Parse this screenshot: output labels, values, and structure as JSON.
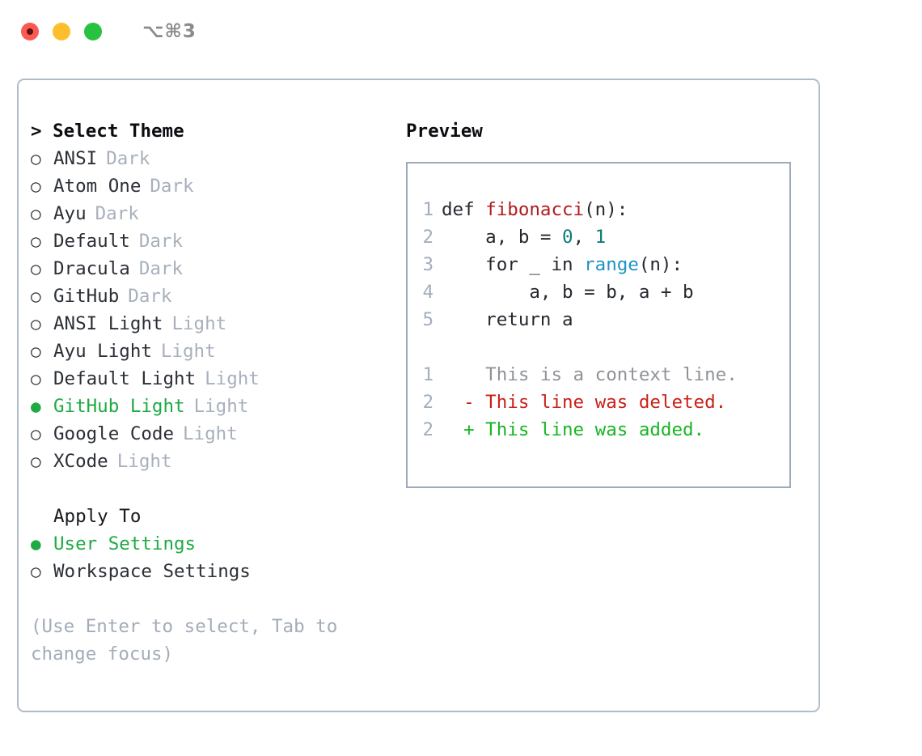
{
  "titlebar": {
    "shortcut": "⌥⌘3",
    "dots": [
      {
        "name": "close",
        "color": "#fa5a52"
      },
      {
        "name": "minimize",
        "color": "#fcbe2c"
      },
      {
        "name": "maximize",
        "color": "#27c23f"
      }
    ]
  },
  "theme_panel": {
    "heading": "> Select Theme",
    "bullet_unselected": "○",
    "bullet_selected": "●",
    "items": [
      {
        "label": "ANSI",
        "variant": "Dark",
        "selected": false
      },
      {
        "label": "Atom One",
        "variant": "Dark",
        "selected": false
      },
      {
        "label": "Ayu",
        "variant": "Dark",
        "selected": false
      },
      {
        "label": "Default",
        "variant": "Dark",
        "selected": false
      },
      {
        "label": "Dracula",
        "variant": "Dark",
        "selected": false
      },
      {
        "label": "GitHub",
        "variant": "Dark",
        "selected": false
      },
      {
        "label": "ANSI Light",
        "variant": "Light",
        "selected": false
      },
      {
        "label": "Ayu Light",
        "variant": "Light",
        "selected": false
      },
      {
        "label": "Default Light",
        "variant": "Light",
        "selected": false
      },
      {
        "label": "GitHub Light",
        "variant": "Light",
        "selected": true
      },
      {
        "label": "Google Code",
        "variant": "Light",
        "selected": false
      },
      {
        "label": "XCode",
        "variant": "Light",
        "selected": false
      }
    ]
  },
  "apply_to": {
    "heading": "Apply To",
    "items": [
      {
        "label": "User Settings",
        "selected": true
      },
      {
        "label": "Workspace Settings",
        "selected": false
      }
    ]
  },
  "hint": "(Use Enter to select, Tab to change focus)",
  "preview": {
    "heading": "Preview",
    "code_lines": [
      {
        "no": "1",
        "tokens": [
          {
            "t": "def ",
            "c": "plain"
          },
          {
            "t": "fibonacci",
            "c": "fn"
          },
          {
            "t": "(n):",
            "c": "plain"
          }
        ]
      },
      {
        "no": "2",
        "tokens": [
          {
            "t": "    a, b = ",
            "c": "plain"
          },
          {
            "t": "0",
            "c": "num"
          },
          {
            "t": ", ",
            "c": "plain"
          },
          {
            "t": "1",
            "c": "num"
          }
        ]
      },
      {
        "no": "3",
        "tokens": [
          {
            "t": "    for _ in ",
            "c": "plain"
          },
          {
            "t": "range",
            "c": "call"
          },
          {
            "t": "(n):",
            "c": "plain"
          }
        ]
      },
      {
        "no": "4",
        "tokens": [
          {
            "t": "        a, b = b, a + b",
            "c": "plain"
          }
        ]
      },
      {
        "no": "5",
        "tokens": [
          {
            "t": "    return a",
            "c": "plain"
          }
        ]
      }
    ],
    "diff_lines": [
      {
        "no": "1",
        "marker": " ",
        "text": " This is a context line.",
        "kind": "ctx"
      },
      {
        "no": "2",
        "marker": "-",
        "text": " This line was deleted.",
        "kind": "del"
      },
      {
        "no": "2",
        "marker": "+",
        "text": " This line was added.",
        "kind": "add"
      }
    ]
  },
  "colors": {
    "accent_green": "#1faa43",
    "diff_add": "#18b524",
    "diff_del": "#c82119",
    "muted": "#a7b0bd",
    "border": "#b2bcc9",
    "preview_border": "#9daabb",
    "token_fn": "#b01c1c",
    "token_num": "#0d7b74",
    "token_call": "#1f94c4"
  }
}
